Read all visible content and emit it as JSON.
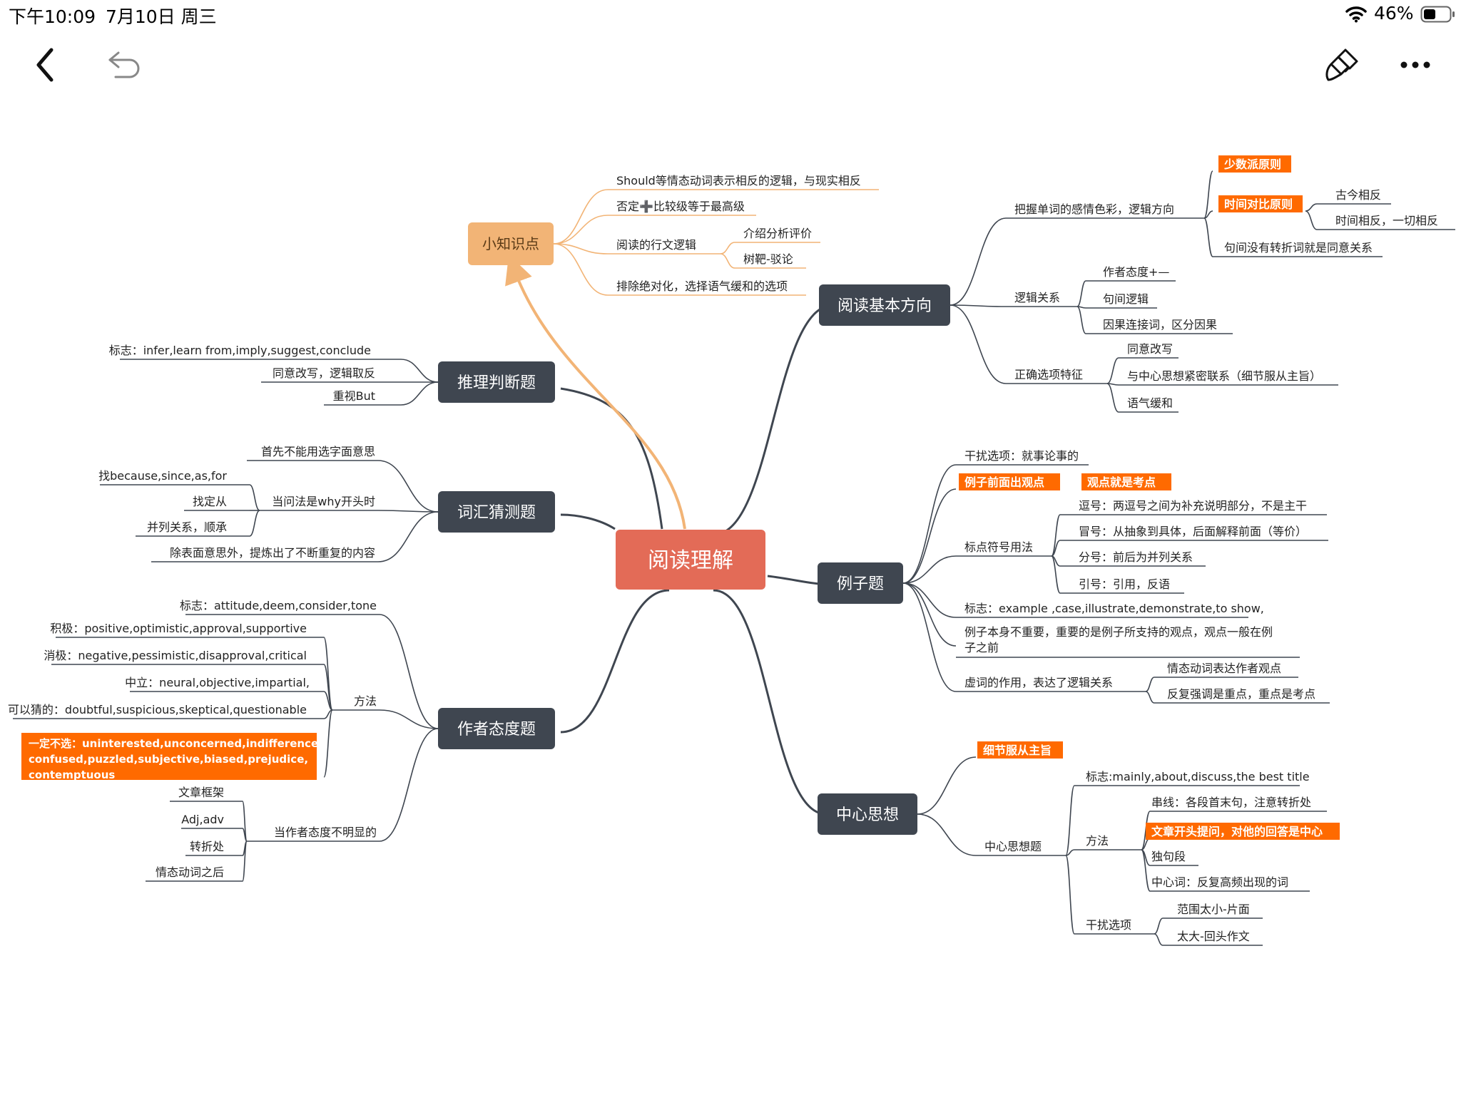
{
  "status_bar": {
    "time": "下午10:09",
    "date": "7月10日 周三",
    "battery": "46%"
  },
  "toolbar": {
    "back_icon": "chevron-left-icon",
    "undo_icon": "undo-icon",
    "style_icon": "paint-brush-icon",
    "more_icon": "more-dots-icon"
  },
  "colors": {
    "central": "#e36b57",
    "main_topic": "#3f4650",
    "accent_topic": "#f2b476",
    "accent_line": "#f2b476",
    "highlight": "#ff6a00",
    "line": "#3f4650"
  },
  "mindmap": {
    "central": "阅读理解",
    "topics": {
      "tips": {
        "label": "小知识点",
        "items": [
          "Should等情态动词表示相反的逻辑，与现实相反",
          "否定➕比较级等于最高级",
          "阅读的行文逻辑",
          "排除绝对化，选择语气缓和的选项"
        ],
        "logic_children": [
          "介绍分析评价",
          "树靶-驳论"
        ]
      },
      "direction": {
        "label": "阅读基本方向",
        "emotion": {
          "label": "把握单词的感情色彩，逻辑方向",
          "minority": "少数派原则",
          "time_contrast": "时间对比原则",
          "time_children": [
            "古今相反",
            "时间相反，一切相反"
          ],
          "no_turn": "句间没有转折词就是同意关系"
        },
        "logic": {
          "label": "逻辑关系",
          "children": [
            "作者态度+—",
            "句间逻辑",
            "因果连接词，区分因果"
          ]
        },
        "correct": {
          "label": "正确选项特征",
          "children": [
            "同意改写",
            "与中心思想紧密联系（细节服从主旨）",
            "语气缓和"
          ]
        }
      },
      "inference": {
        "label": "推理判断题",
        "children": [
          "标志：infer,learn from,imply,suggest,conclude",
          "同意改写，逻辑取反",
          "重视But"
        ]
      },
      "vocab": {
        "label": "词汇猜测题",
        "first": "首先不能用选字面意思",
        "why": {
          "label": "当问法是why开头时",
          "children": [
            "找because,since,as,for",
            "找定从",
            "并列关系，顺承"
          ]
        },
        "last": "除表面意思外，提炼出了不断重复的内容"
      },
      "attitude": {
        "label": "作者态度题",
        "sign": "标志：attitude,deem,consider,tone",
        "method": {
          "label": "方法",
          "children": [
            "积极：positive,optimistic,approval,supportive",
            "消极：negative,pessimistic,disapproval,critical",
            "中立：neural,objective,impartial,",
            "可以猜的：doubtful,suspicious,skeptical,questionable"
          ],
          "never_lines": [
            "一定不选：uninterested,unconcerned,indifference ,",
            "confused,puzzled,subjective,biased,prejudice,",
            "contemptuous"
          ]
        },
        "unclear": {
          "label": "当作者态度不明显的",
          "children": [
            "文章框架",
            "Adj,adv",
            "转折处",
            "情态动词之后"
          ]
        }
      },
      "example": {
        "label": "例子题",
        "distract": "干扰选项：就事论事的",
        "before": "例子前面出观点",
        "is_point": "观点就是考点",
        "punct": {
          "label": "标点符号用法",
          "children": [
            "逗号：两逗号之间为补充说明部分，不是主干",
            "冒号：从抽象到具体，后面解释前面（等价）",
            "分号：前后为并列关系",
            "引号：引用，反语"
          ]
        },
        "sign": "标志：example ,case,illustrate,demonstrate,to show,",
        "not_important_lines": [
          "例子本身不重要，重要的是例子所支持的观点，观点一般在例",
          "子之前"
        ],
        "function": {
          "label": "虚词的作用，表达了逻辑关系",
          "children": [
            "情态动词表达作者观点",
            "反复强调是重点，重点是考点"
          ]
        }
      },
      "main_idea": {
        "label": "中心思想",
        "detail": "细节服从主旨",
        "question": {
          "label": "中心思想题",
          "sign": "标志:mainly,about,discuss,the best title",
          "method": {
            "label": "方法",
            "children": [
              "串线：各段首末句，注意转折处",
              "文章开头提问，对他的回答是中心",
              "独句段",
              "中心词：反复高频出现的词"
            ]
          },
          "distract": {
            "label": "干扰选项",
            "children": [
              "范围太小-片面",
              "太大-回头作文"
            ]
          }
        }
      }
    }
  }
}
